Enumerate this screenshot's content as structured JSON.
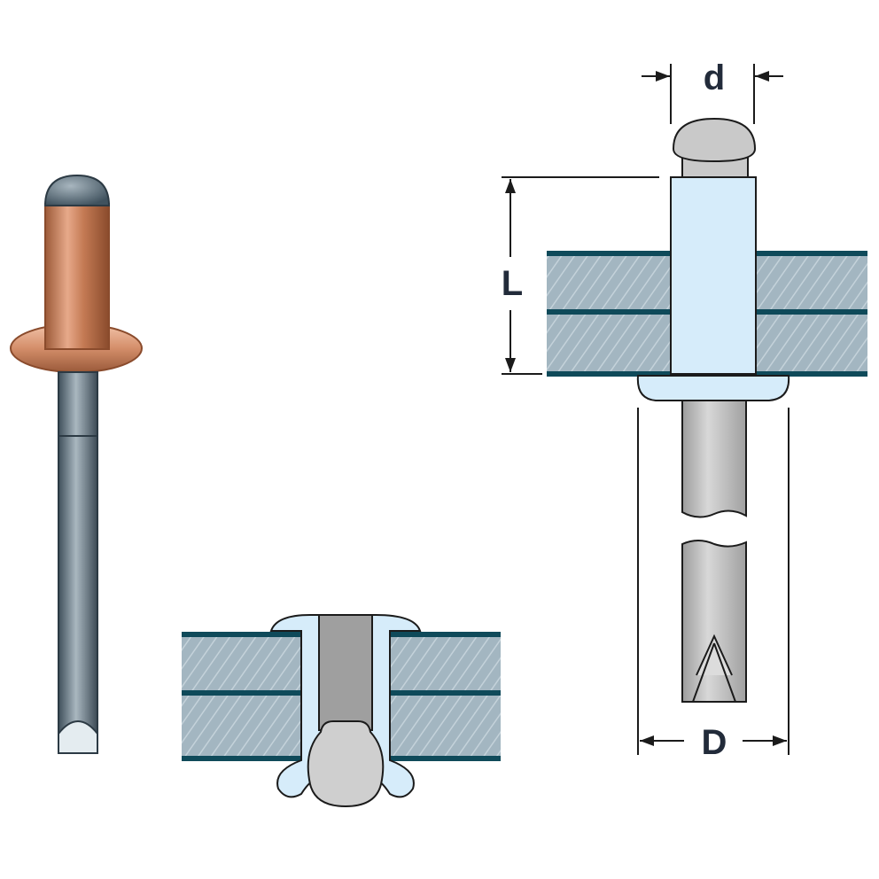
{
  "labels": {
    "diameter_small": "d",
    "length": "L",
    "diameter_large": "D"
  },
  "colors": {
    "plate_fill": "#9fb3bf",
    "plate_edge": "#0f4a5a",
    "rivet_body_copper": "#c47a54",
    "rivet_head_steel": "#5f7380",
    "mandrel_gray": "#c9c9c9",
    "sleeve_light_blue": "#d6ecfa",
    "dimension_line": "#1b1b1b"
  },
  "icons": [
    "copper-rivet-icon",
    "installed-rivet-section-icon",
    "rivet-dimension-drawing-icon"
  ]
}
